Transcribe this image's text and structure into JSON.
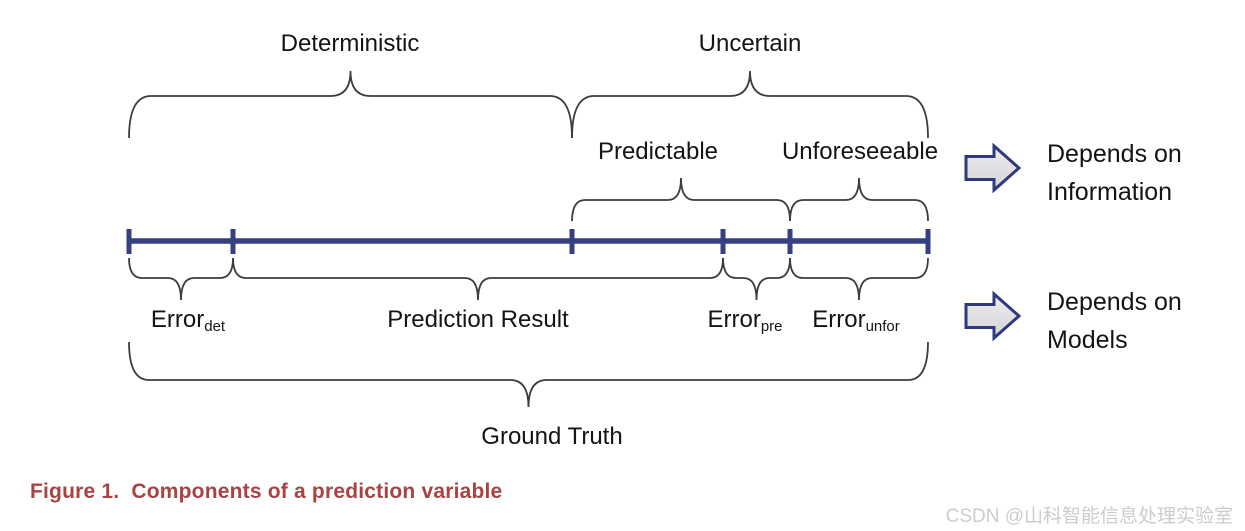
{
  "diagram": {
    "axis": {
      "tick_positions": [
        129,
        233,
        572,
        723,
        790,
        928
      ],
      "color": "#353f82"
    },
    "brace_color": "#3c3c3c",
    "top_braces": [
      {
        "label": "Deterministic",
        "from": 129,
        "to": 572
      },
      {
        "label": "Uncertain",
        "from": 572,
        "to": 928
      }
    ],
    "mid_braces": [
      {
        "label": "Predictable",
        "from": 572,
        "to": 790
      },
      {
        "label": "Unforeseeable",
        "from": 790,
        "to": 928
      }
    ],
    "bottom_braces": [
      {
        "base": "Error",
        "sub": "det",
        "from": 129,
        "to": 233
      },
      {
        "base": "Prediction Result",
        "sub": "",
        "from": 233,
        "to": 723
      },
      {
        "base": "Error",
        "sub": "pre",
        "from": 723,
        "to": 790
      },
      {
        "base": "Error",
        "sub": "unfor",
        "from": 790,
        "to": 928
      }
    ],
    "ground_brace": {
      "label": "Ground Truth",
      "from": 129,
      "to": 928
    },
    "callouts": [
      {
        "line1": "Depends on",
        "line2": "Information"
      },
      {
        "line1": "Depends on",
        "line2": "Models"
      }
    ],
    "arrow": {
      "fill": "#e4e4e7",
      "fill_dark": "#d6d6da",
      "border": "#2e3a7c"
    }
  },
  "caption": {
    "text": "Figure 1.  Components of a prediction variable",
    "color": "#a84341"
  },
  "watermark": {
    "text": "CSDN @山科智能信息处理实验室",
    "color": "#cccccc"
  }
}
